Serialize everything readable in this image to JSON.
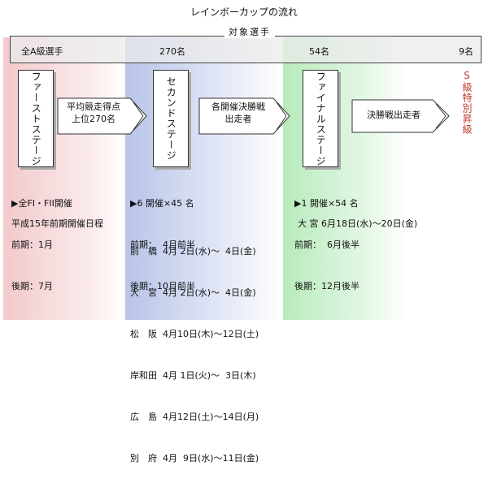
{
  "title": "レインボーカップの流れ",
  "target": {
    "label": "対象選手",
    "all_a": "全A級選手",
    "count_270": "270名",
    "count_54": "54名",
    "count_9": "9名"
  },
  "stages": {
    "first": "ファーストステージ",
    "second": "セカンドステージ",
    "final": "ファイナルステージ"
  },
  "arrows": {
    "a1_line1": "平均競走得点",
    "a1_line2": "上位270名",
    "a2_line1": "各開催決勝戦",
    "a2_line2": "出走者",
    "a3_line1": "決勝戦出走者"
  },
  "s_class": "S級特別昇級",
  "first_info": {
    "line1": "▶全FI・FII開催",
    "line2": "前期：1月",
    "line3": "後期：7月"
  },
  "second_info": {
    "line1": "▶6 開催×45 名",
    "line2": "前期：  4月前半",
    "line3": "後期：10月前半"
  },
  "final_info": {
    "line1": "▶1 開催×54 名",
    "line2": "前期：  6月後半",
    "line3": "後期：12月後半"
  },
  "schedule_heading": "平成15年前期開催日程",
  "schedule": [
    "前　橋  4月 2日(水)～  4日(金)",
    "大　宮  4月 2日(水)～  4日(金)",
    "松　阪  4月10日(木)～12日(土)",
    "岸和田  4月 1日(火)～  3日(木)",
    "広　島  4月12日(土)～14日(月)",
    "別　府  4月  9日(水)～11日(金)"
  ],
  "final_schedule": "大 宮 6月18日(水)～20日(金)",
  "colors": {
    "first_band": "#f2c9cc",
    "second_band": "#b8c4e8",
    "final_band": "#b7ebbb",
    "s_class_text": "#c0392b"
  }
}
